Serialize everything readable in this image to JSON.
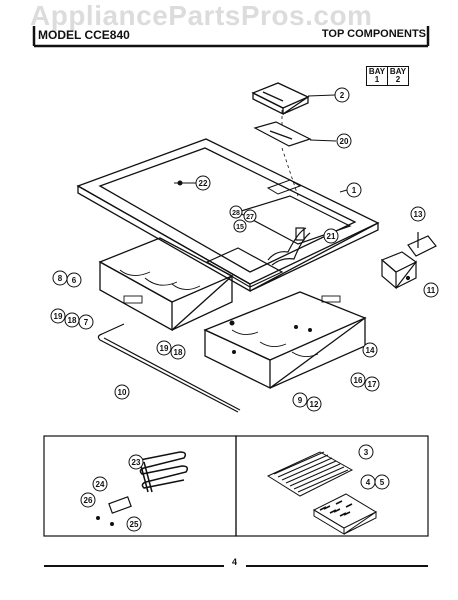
{
  "watermark": "AppliancePartsPros.com",
  "header": {
    "model_label": "MODEL CCE840",
    "section_title": "TOP COMPONENTS"
  },
  "bay_labels": [
    {
      "top": "BAY",
      "bottom": "1"
    },
    {
      "top": "BAY",
      "bottom": "2"
    }
  ],
  "callouts": {
    "c1": "1",
    "c2": "2",
    "c3": "3",
    "c4": "4",
    "c5": "5",
    "c6": "6",
    "c7": "7",
    "c8": "8",
    "c9": "9",
    "c10": "10",
    "c11": "11",
    "c12": "12",
    "c13": "13",
    "c14": "14",
    "c15": "15",
    "c16": "16",
    "c17": "17",
    "c18a": "18",
    "c18b": "18",
    "c19a": "19",
    "c19b": "19",
    "c20": "20",
    "c21": "21",
    "c22": "22",
    "c23": "23",
    "c24": "24",
    "c25": "25",
    "c26": "26",
    "c27": "27",
    "c28": "28"
  },
  "page_number": "4"
}
